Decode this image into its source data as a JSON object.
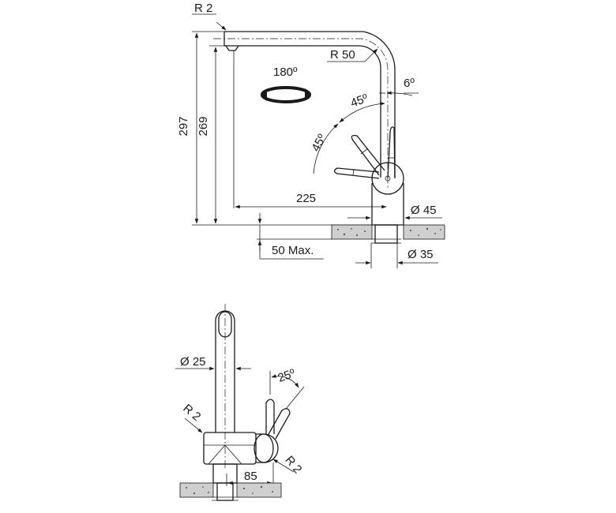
{
  "side_view": {
    "radius_tip": "R 2",
    "radius_bend": "R 50",
    "rotation": "180º",
    "height_total": "297",
    "height_spout": "269",
    "reach": "225",
    "angle_small": "6º",
    "angle_upper": "45º",
    "angle_lower": "45º",
    "body_diameter": "Ø 45",
    "base_diameter": "Ø 35",
    "deck_thickness": "50 Max."
  },
  "front_view": {
    "spout_diameter": "Ø 25",
    "lever_angle": "25º",
    "radius_left": "R 2",
    "radius_right": "R 2",
    "body_width": "85"
  }
}
